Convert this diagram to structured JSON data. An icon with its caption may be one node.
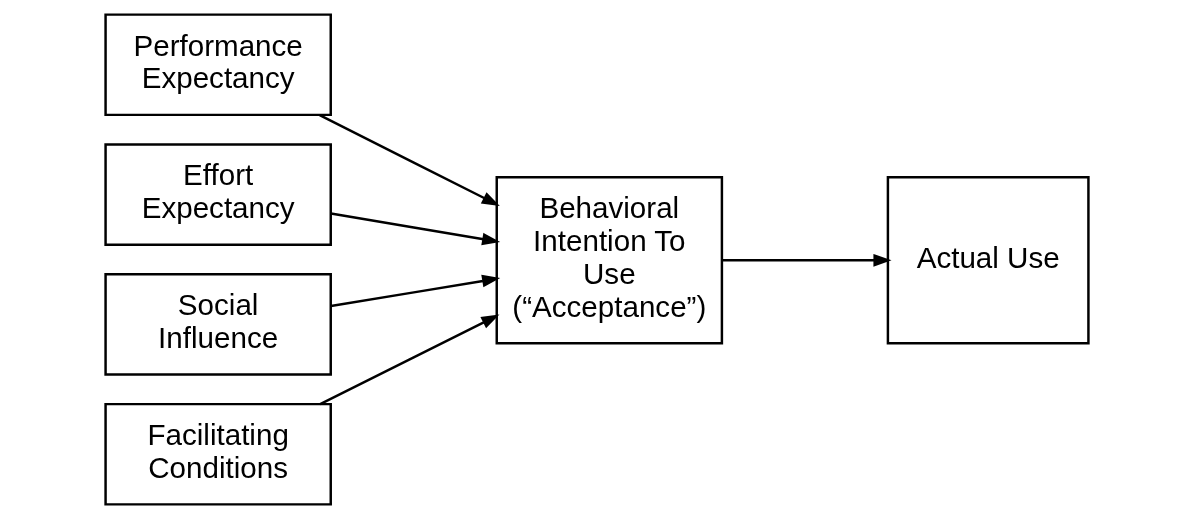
{
  "diagram": {
    "nodes": [
      {
        "text": [
          "Performance Expectancy"
        ]
      },
      {
        "text": [
          "Effort Expectancy"
        ]
      },
      {
        "text": [
          "Social Influence"
        ]
      },
      {
        "text": [
          "Facilitating Conditions"
        ]
      },
      {
        "text": [
          "Behavioral Intention To Use (“Acceptance”)"
        ]
      },
      {
        "text": [
          "Actual Use"
        ]
      }
    ],
    "edges": [
      {
        "from": 0,
        "to": 4,
        "arrow": "to"
      },
      {
        "from": 1,
        "to": 4,
        "arrow": "to"
      },
      {
        "from": 2,
        "to": 4,
        "arrow": "to"
      },
      {
        "from": 3,
        "to": 4,
        "arrow": "to"
      },
      {
        "from": 4,
        "to": 5,
        "arrow": "to"
      }
    ]
  }
}
